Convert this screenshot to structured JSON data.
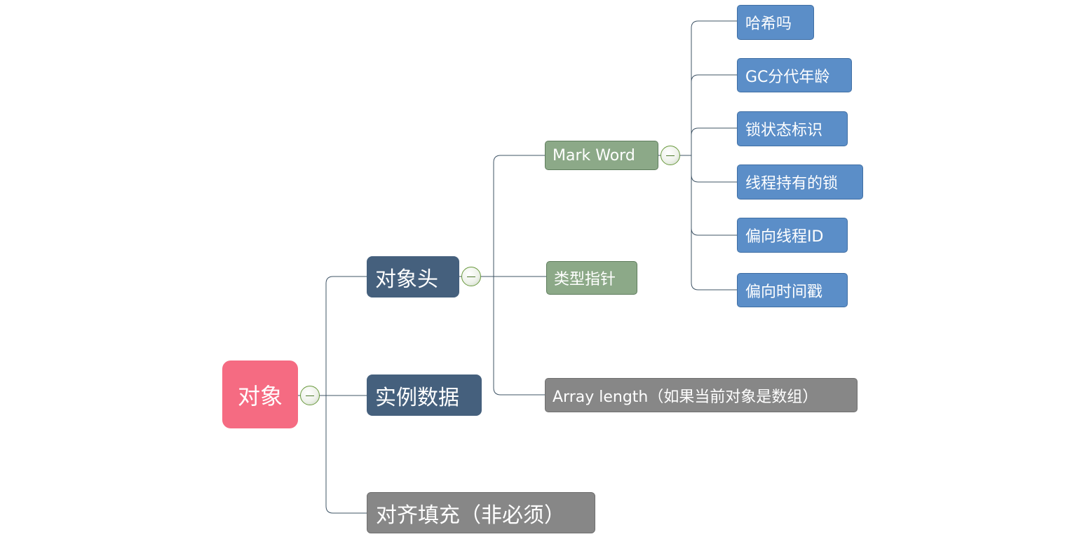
{
  "root": {
    "label": "对象"
  },
  "branches": {
    "header": {
      "label": "对象头",
      "children": {
        "mark_word": {
          "label": "Mark Word",
          "children": [
            "哈希吗",
            "GC分代年龄",
            "锁状态标识",
            "线程持有的锁",
            "偏向线程ID",
            "偏向时间戳"
          ]
        },
        "type_pointer": {
          "label": "类型指针"
        },
        "array_length": {
          "label": "Array length（如果当前对象是数组）"
        }
      }
    },
    "instance_data": {
      "label": "实例数据"
    },
    "padding": {
      "label": "对齐填充（非必须）"
    }
  },
  "colors": {
    "root": "#f56b82",
    "level1": "#45607d",
    "green": "#8ca988",
    "gray": "#878787",
    "blue": "#5b8ec8",
    "connector": "#3f5466"
  },
  "icons": {
    "collapse_toggle": "minus-circle-icon"
  }
}
